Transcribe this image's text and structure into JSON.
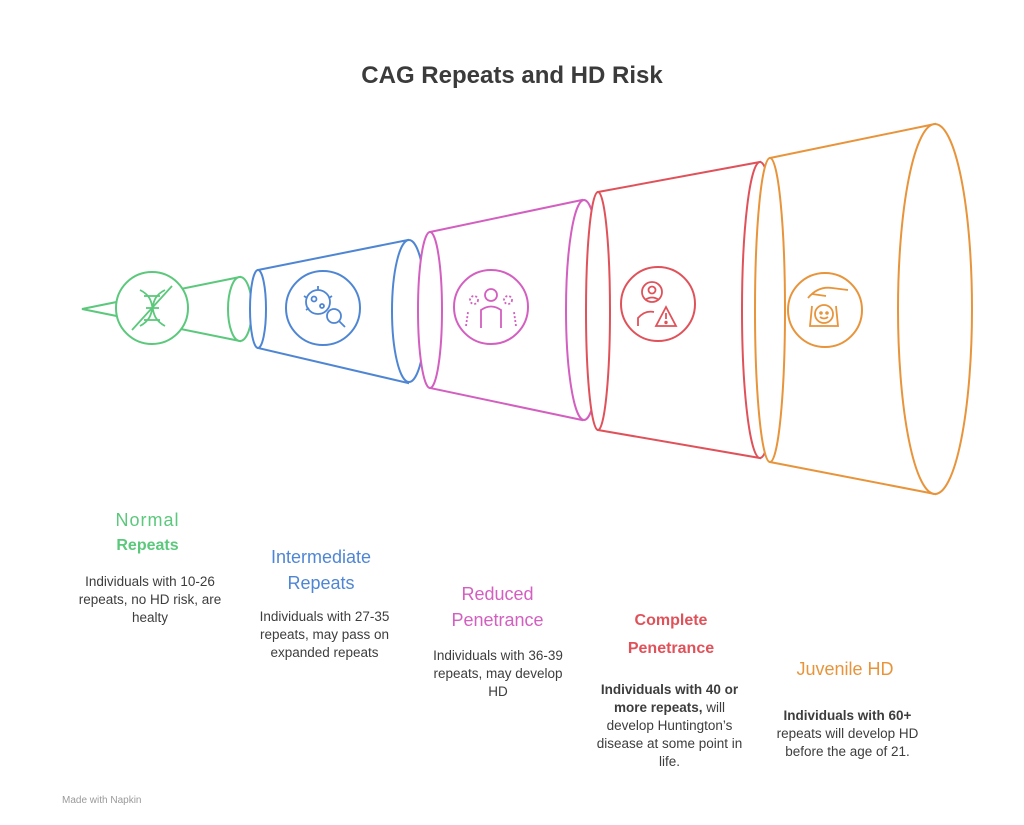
{
  "title": "CAG Repeats and HD Risk",
  "footer": "Made with Napkin",
  "stages": [
    {
      "color": "#5bc87c",
      "icon": "dna-crossed-icon",
      "label_line1": "Normal",
      "label_line2": "Repeats",
      "desc_bold": "",
      "desc": "Individuals with 10-26 repeats, no HD risk, are healty"
    },
    {
      "color": "#4f86d4",
      "icon": "virus-magnifier-icon",
      "label_line1": "Intermediate",
      "label_line2": "Repeats",
      "desc_bold": "",
      "desc": "Individuals with 27-35 repeats, may pass on expanded repeats"
    },
    {
      "color": "#d35fc0",
      "icon": "person-group-icon",
      "label_line1": "Reduced",
      "label_line2": "Penetrance",
      "desc_bold": "",
      "desc": "Individuals with 36-39 repeats, may develop HD"
    },
    {
      "color": "#e0525a",
      "icon": "person-warning-icon",
      "label_line1": "Complete",
      "label_line2": "Penetrance",
      "desc_bold": "Individuals with 40 or more repeats,",
      "desc": " will develop Huntington’s disease at some point in life."
    },
    {
      "color": "#e8943b",
      "icon": "hand-child-icon",
      "label_line1": "Juvenile HD",
      "label_line2": "",
      "desc_bold": "Individuals with 60+",
      "desc": " repeats will develop HD before the age of 21."
    }
  ]
}
